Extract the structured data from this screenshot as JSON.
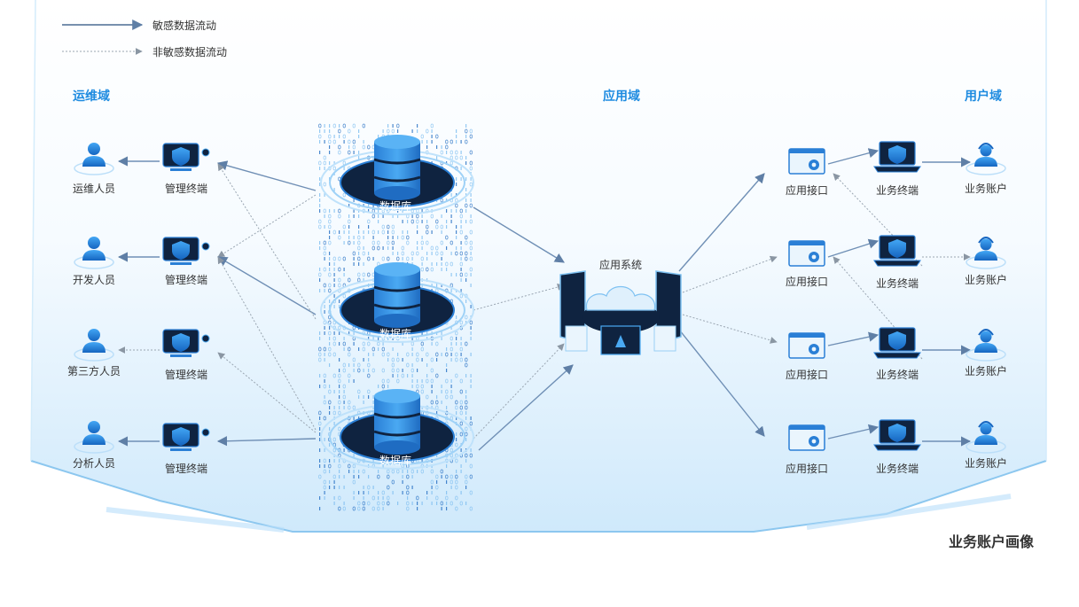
{
  "legend": {
    "sensitive": "敏感数据流动",
    "nonsensitive": "非敏感数据流动"
  },
  "domains": {
    "ops": "运维域",
    "app": "应用域",
    "user": "用户域"
  },
  "people": [
    "运维人员",
    "开发人员",
    "第三方人员",
    "分析人员"
  ],
  "terminal_label": "管理终端",
  "database_label": "数据库",
  "app_system_label": "应用系统",
  "api_label": "应用接口",
  "biz_terminal_label": "业务终端",
  "biz_account_label": "业务账户",
  "caption": "业务账户画像",
  "colors": {
    "accent": "#1e8be0",
    "dark_navy": "#0f2340",
    "arrow_solid": "#6f8fb5",
    "arrow_dotted": "#9aa6b2"
  },
  "icons": {
    "person": "person-icon",
    "terminal": "shield-monitor-icon",
    "database": "database-icon",
    "app_system": "cloud-platform-icon",
    "api": "window-gear-icon",
    "biz_terminal": "shield-laptop-icon",
    "account": "headset-user-icon"
  }
}
